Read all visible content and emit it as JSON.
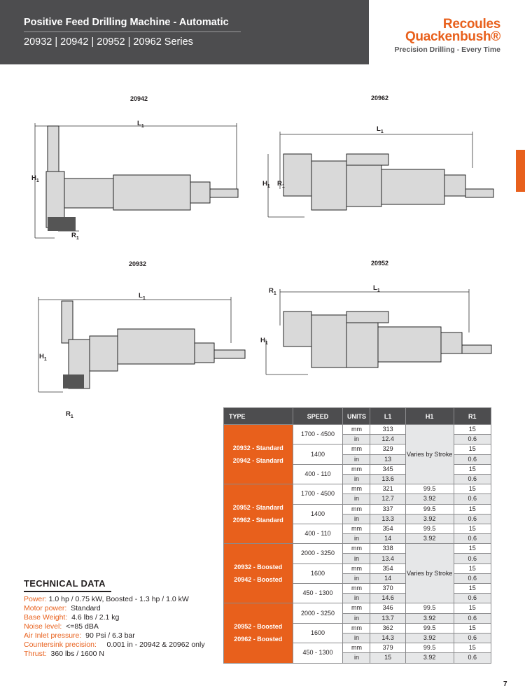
{
  "header": {
    "title": "Positive Feed Drilling Machine - Automatic",
    "series": "20932  |  20942  |  20952  |  20962 Series"
  },
  "logo": {
    "line1": "Recoules",
    "line2": "Quackenbush®",
    "tagline": "Precision Drilling - Every Time"
  },
  "colors": {
    "accent": "#e8601c",
    "header_bg": "#4d4d4f",
    "row_shade": "#e6e7e8"
  },
  "drawings": [
    {
      "model": "20942",
      "dims": [
        "L1",
        "H1",
        "R1"
      ]
    },
    {
      "model": "20962",
      "dims": [
        "L1",
        "H1",
        "R1"
      ]
    },
    {
      "model": "20932",
      "dims": [
        "L1",
        "H1",
        "R1"
      ]
    },
    {
      "model": "20952",
      "dims": [
        "L1",
        "H1",
        "R1"
      ]
    }
  ],
  "dim_labels": {
    "L": "L",
    "H": "H",
    "R": "R",
    "sub": "1"
  },
  "table": {
    "headers": [
      "TYPE",
      "SPEED",
      "UNITS",
      "L1",
      "H1",
      "R1"
    ],
    "varies_text": "Varies by Stroke",
    "groups": [
      {
        "types": [
          "20932 - Standard",
          "20942 - Standard"
        ],
        "h1_varies": true,
        "speeds": [
          {
            "speed": "1700 - 4500",
            "rows": [
              [
                "mm",
                "313",
                "",
                "15"
              ],
              [
                "in",
                "12.4",
                "",
                "0.6"
              ]
            ]
          },
          {
            "speed": "1400",
            "rows": [
              [
                "mm",
                "329",
                "",
                "15"
              ],
              [
                "in",
                "13",
                "",
                "0.6"
              ]
            ]
          },
          {
            "speed": "400 - 110",
            "rows": [
              [
                "mm",
                "345",
                "",
                "15"
              ],
              [
                "in",
                "13.6",
                "",
                "0.6"
              ]
            ]
          }
        ]
      },
      {
        "types": [
          "20952 - Standard",
          "20962 - Standard"
        ],
        "h1_varies": false,
        "speeds": [
          {
            "speed": "1700 - 4500",
            "rows": [
              [
                "mm",
                "321",
                "99.5",
                "15"
              ],
              [
                "in",
                "12.7",
                "3.92",
                "0.6"
              ]
            ]
          },
          {
            "speed": "1400",
            "rows": [
              [
                "mm",
                "337",
                "99.5",
                "15"
              ],
              [
                "in",
                "13.3",
                "3.92",
                "0.6"
              ]
            ]
          },
          {
            "speed": "400 - 110",
            "rows": [
              [
                "mm",
                "354",
                "99.5",
                "15"
              ],
              [
                "in",
                "14",
                "3.92",
                "0.6"
              ]
            ]
          }
        ]
      },
      {
        "types": [
          "20932 - Boosted",
          "20942 - Boosted"
        ],
        "h1_varies": true,
        "speeds": [
          {
            "speed": "2000 - 3250",
            "rows": [
              [
                "mm",
                "338",
                "",
                "15"
              ],
              [
                "in",
                "13.4",
                "",
                "0.6"
              ]
            ]
          },
          {
            "speed": "1600",
            "rows": [
              [
                "mm",
                "354",
                "",
                "15"
              ],
              [
                "in",
                "14",
                "",
                "0.6"
              ]
            ]
          },
          {
            "speed": "450 - 1300",
            "rows": [
              [
                "mm",
                "370",
                "",
                "15"
              ],
              [
                "in",
                "14.6",
                "",
                "0.6"
              ]
            ]
          }
        ]
      },
      {
        "types": [
          "20952 - Boosted",
          "20962 - Boosted"
        ],
        "h1_varies": false,
        "speeds": [
          {
            "speed": "2000 - 3250",
            "rows": [
              [
                "mm",
                "346",
                "99.5",
                "15"
              ],
              [
                "in",
                "13.7",
                "3.92",
                "0.6"
              ]
            ]
          },
          {
            "speed": "1600",
            "rows": [
              [
                "mm",
                "362",
                "99.5",
                "15"
              ],
              [
                "in",
                "14.3",
                "3.92",
                "0.6"
              ]
            ]
          },
          {
            "speed": "450 - 1300",
            "rows": [
              [
                "mm",
                "379",
                "99.5",
                "15"
              ],
              [
                "in",
                "15",
                "3.92",
                "0.6"
              ]
            ]
          }
        ]
      }
    ]
  },
  "technical_data": {
    "heading": "TECHNICAL DATA",
    "items": [
      {
        "label": "Power:",
        "value": " 1.0 hp / 0.75 kW, Boosted - 1.3 hp / 1.0 kW"
      },
      {
        "label": "Motor power:",
        "value": "  Standard"
      },
      {
        "label": "Base Weight:",
        "value": "  4.6 lbs / 2.1 kg"
      },
      {
        "label": "Noise level:",
        "value": "  <=85 dBA"
      },
      {
        "label": "Air Inlet pressure:",
        "value": "  90 Psi / 6.3 bar"
      },
      {
        "label": "Countersink precision:",
        "value": "     0.001 in - 20942 & 20962 only"
      },
      {
        "label": "Thrust:",
        "value": "  360 lbs / 1600 N"
      }
    ]
  },
  "page_number": "7"
}
